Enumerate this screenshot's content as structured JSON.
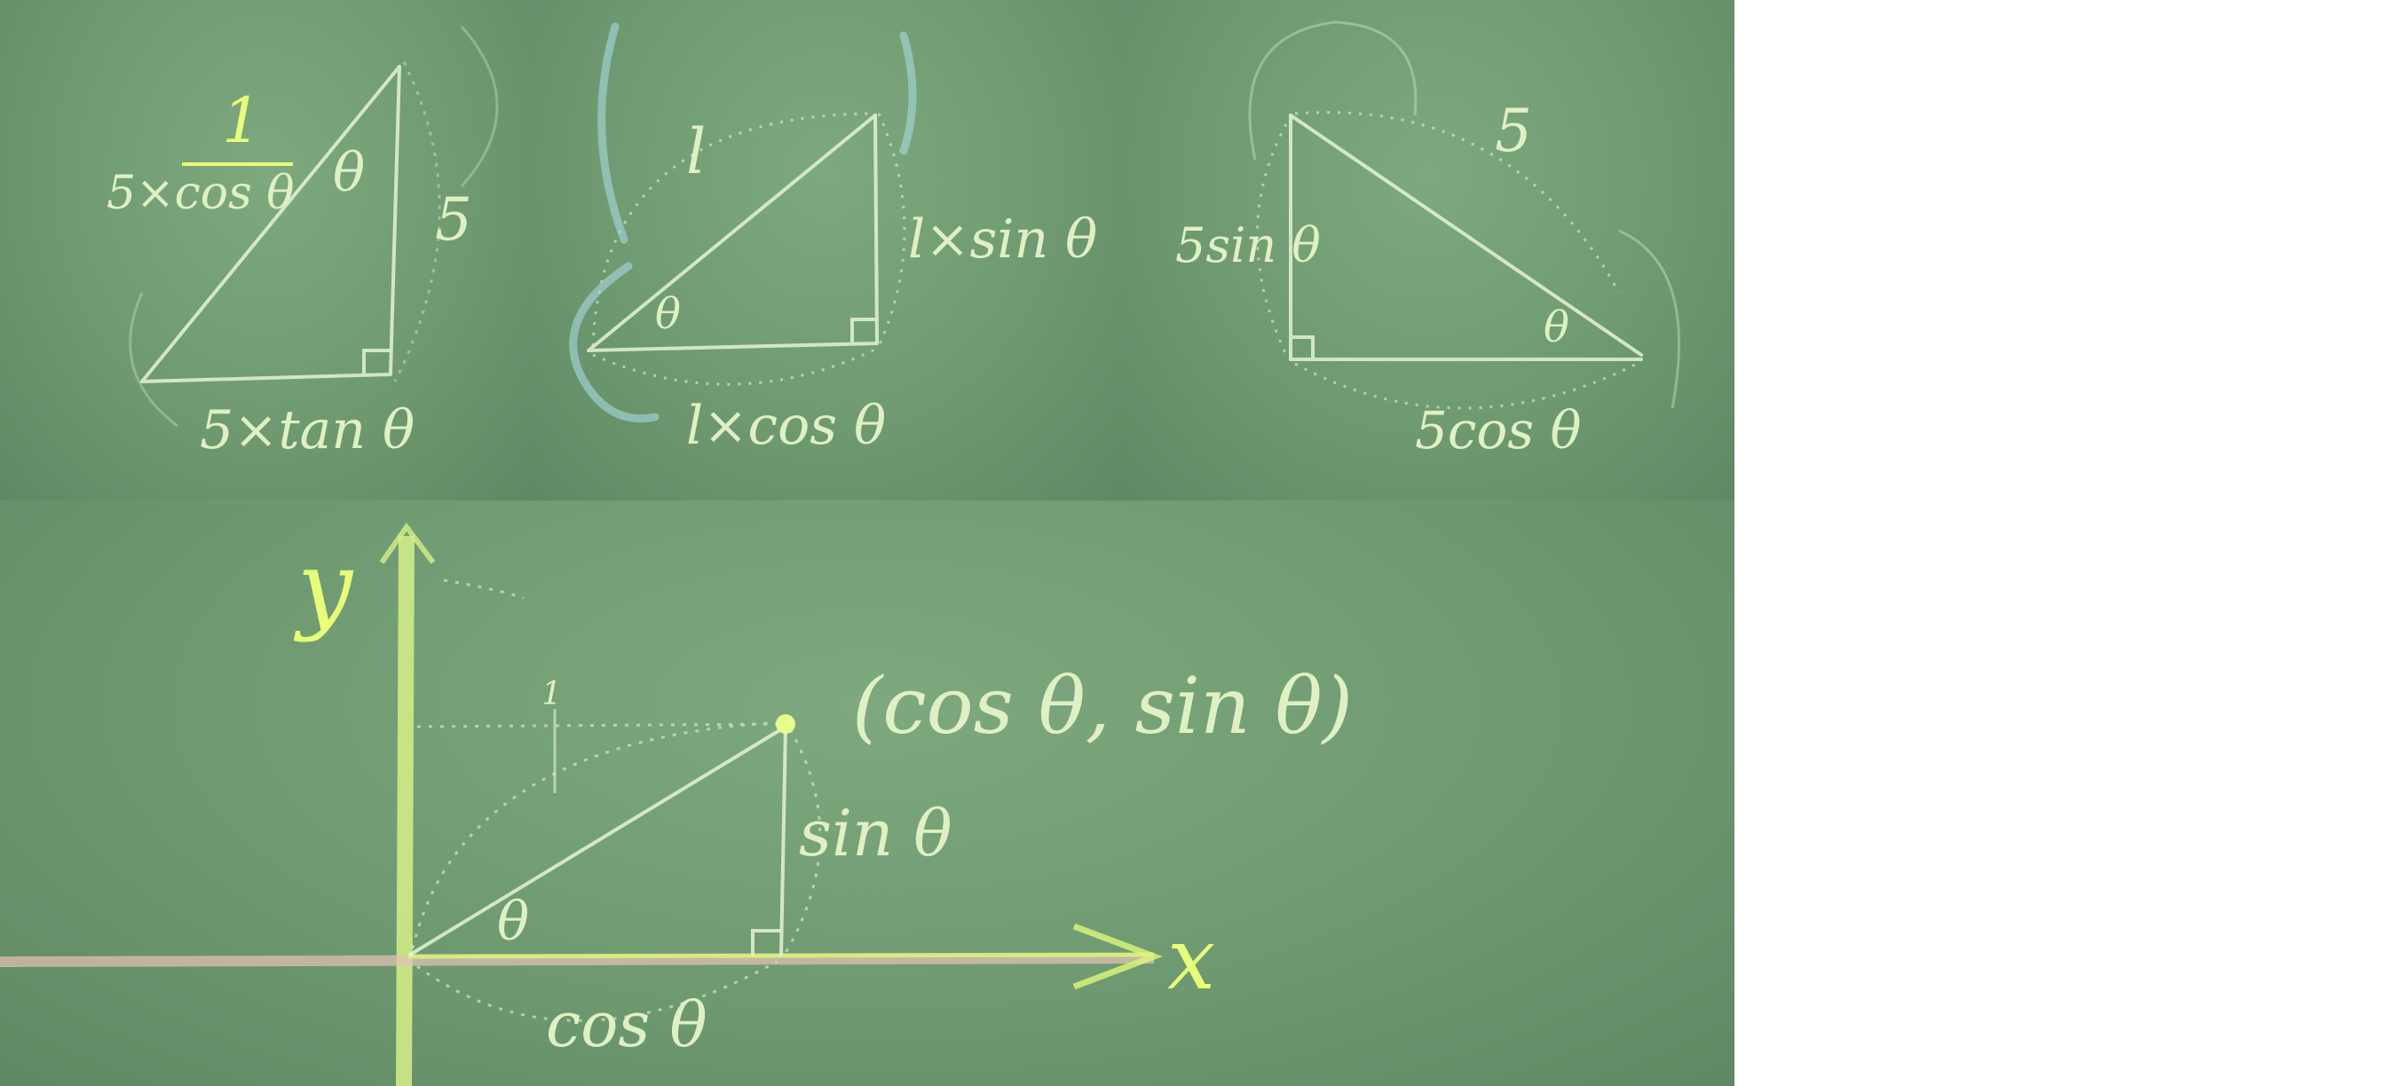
{
  "board1": {
    "numerator": "1",
    "hyp_label": "5×cos θ",
    "angle": "θ",
    "side_label": "5",
    "bottom_label": "5×tan θ"
  },
  "board2": {
    "hyp_label": "l",
    "angle": "θ",
    "side_label": "l×sin θ",
    "bottom_label": "l×cos θ"
  },
  "board3": {
    "hyp_label": "5",
    "side_label": "5sin θ",
    "angle": "θ",
    "bottom_label": "5cos θ"
  },
  "board4": {
    "y_axis": "y",
    "x_axis": "x",
    "point_label": "(cos θ, sin θ)",
    "vertical_label": "sin θ",
    "angle": "θ",
    "horizontal_label": "cos θ",
    "radius_tick": "1"
  }
}
